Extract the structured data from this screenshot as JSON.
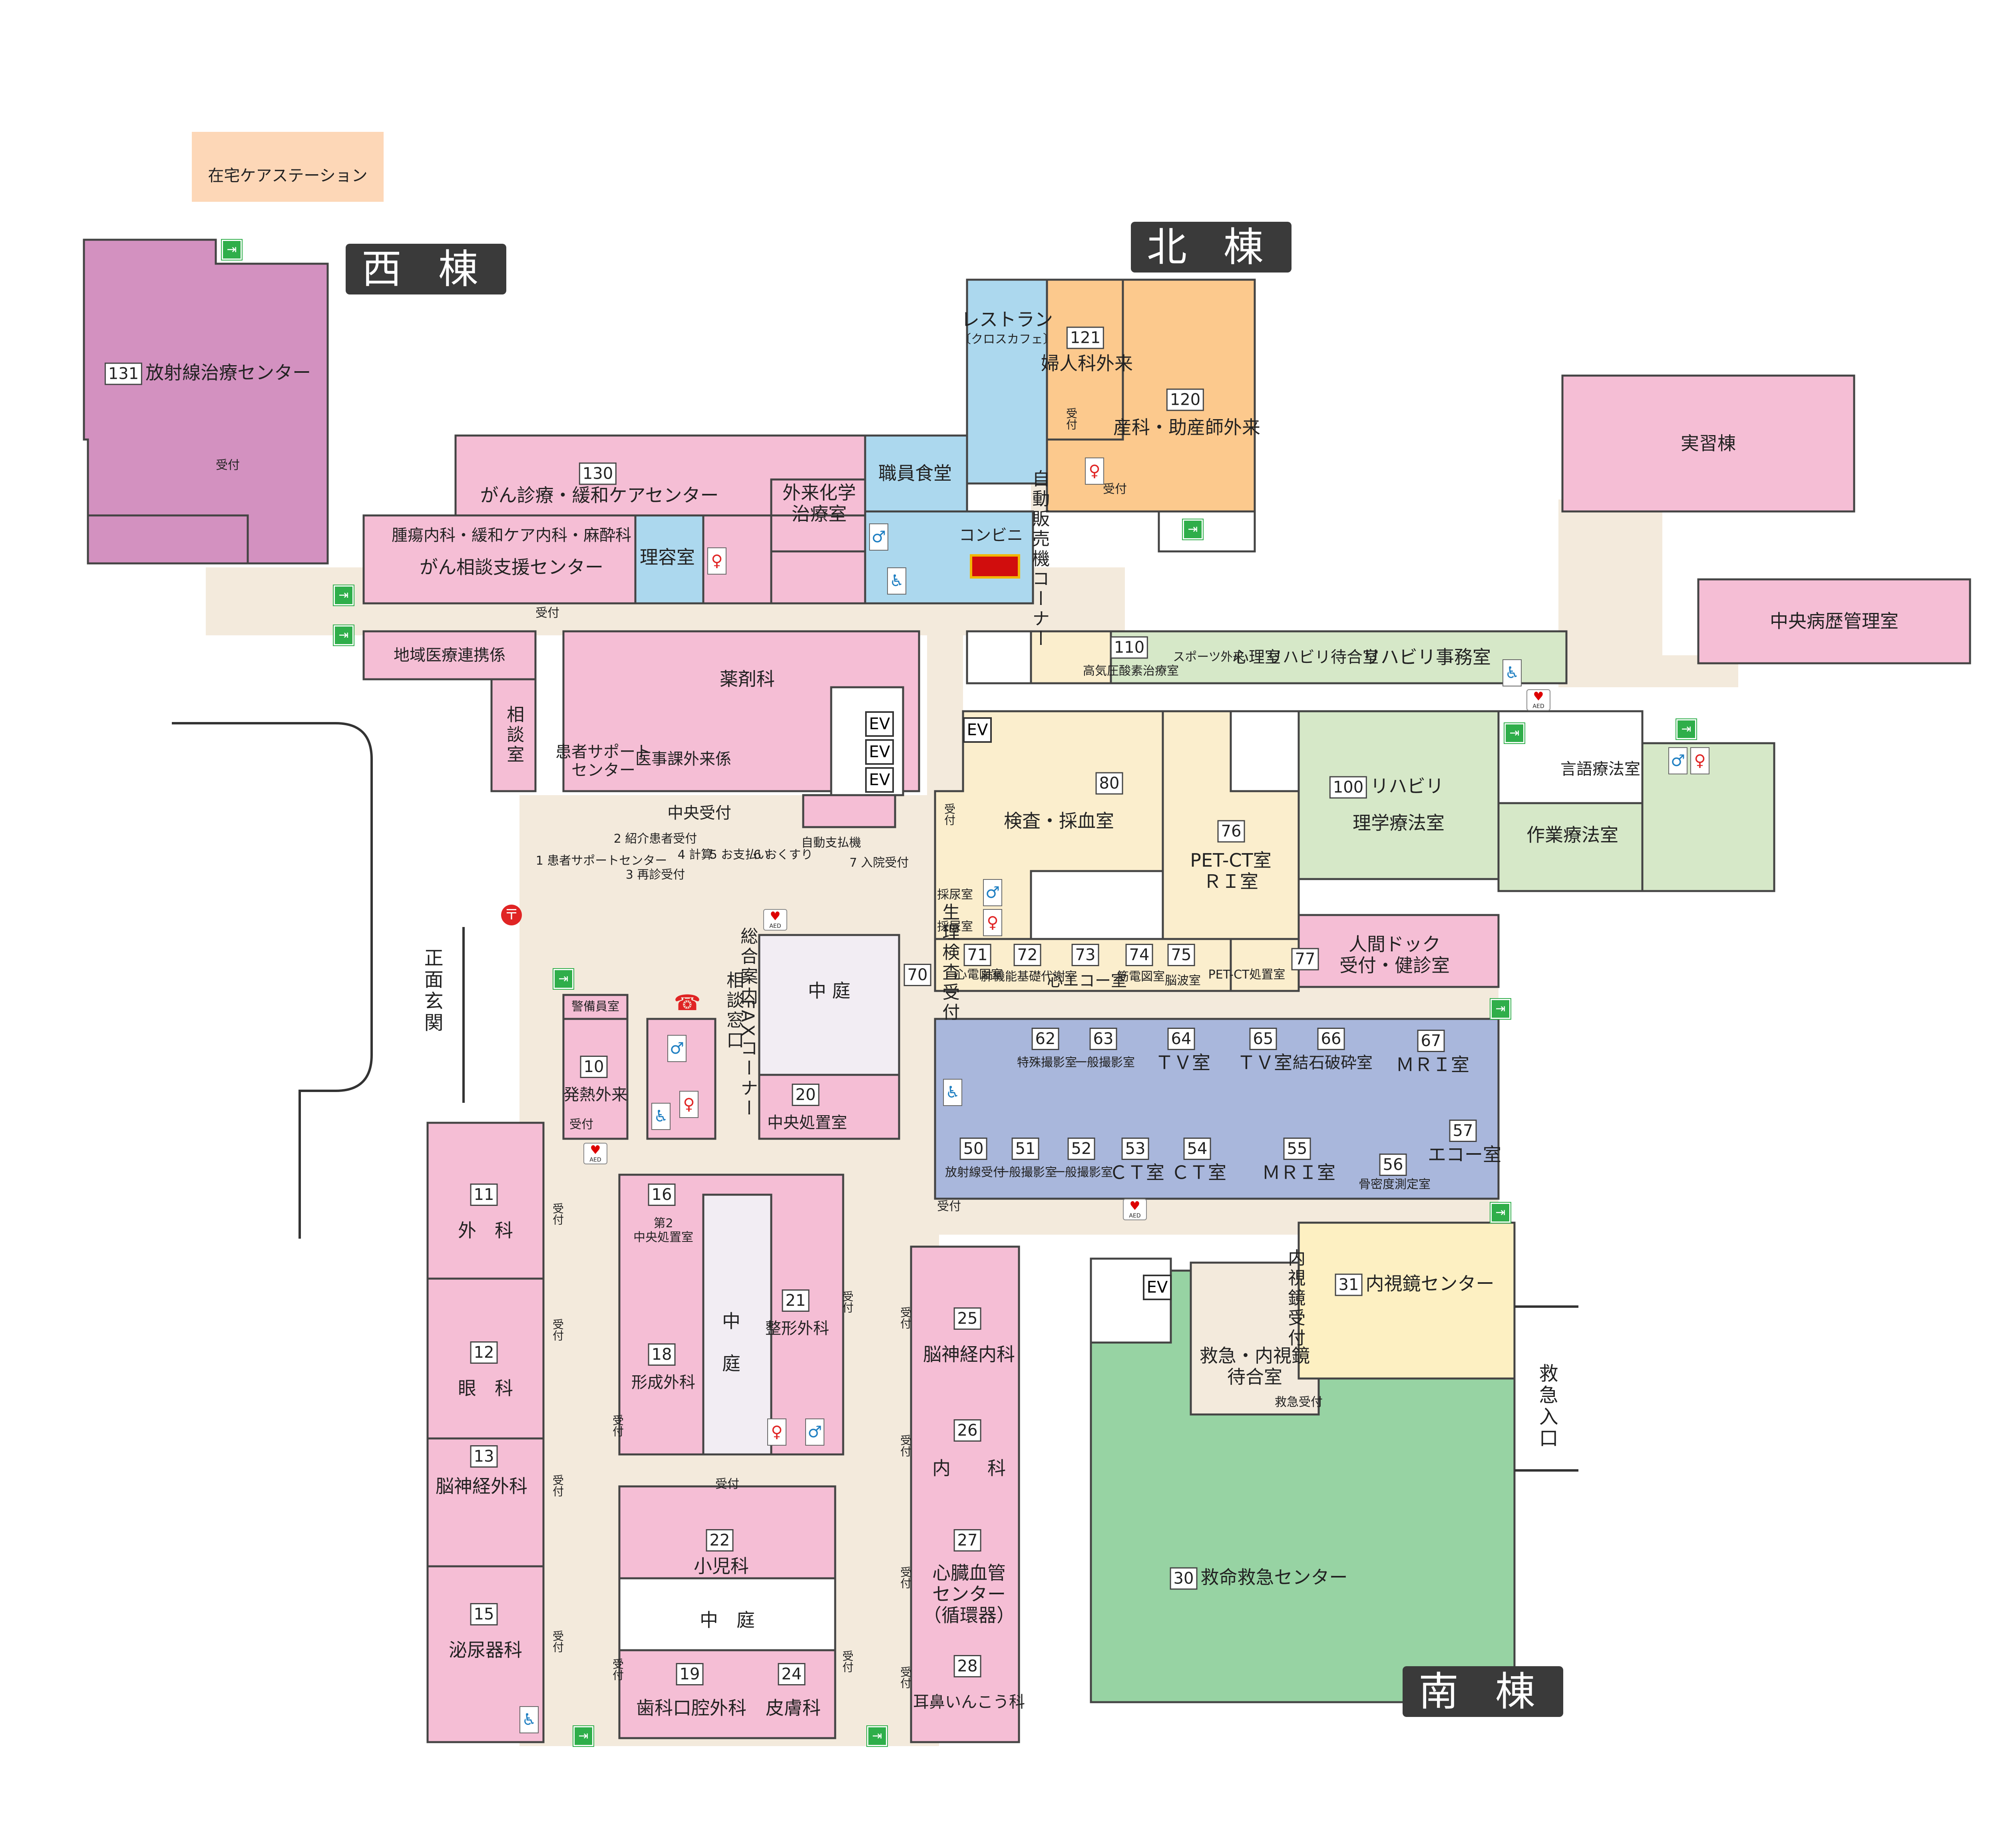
{
  "colors": {
    "corridor": "#f3eadc",
    "west_purple": "#d391c0",
    "outpatient_pink": "#f5bed5",
    "north_orange": "#fcc98d",
    "blue_light": "#acd8ee",
    "exam_cream": "#fbeecd",
    "rehab_green": "#d6e8c8",
    "imaging_blue": "#a9b7dc",
    "emergency_green": "#97d3a3",
    "endoscopy_yellow": "#fdf0c2",
    "zone_label_bg": "#3a3a3a",
    "exit_green": "#2fae4a",
    "toilet_male": "#1f7fc2",
    "toilet_female": "#e02424"
  },
  "zones": {
    "west": "西 棟",
    "north": "北 棟",
    "south": "南 棟"
  },
  "top_labels": {
    "home_care": "在宅ケアステーション",
    "practice_building": "実習棟",
    "central_records": "中央病歴管理室"
  },
  "departments": {
    "d131": {
      "num": "131",
      "name": "放射線治療センター"
    },
    "d130": {
      "num": "130",
      "name": "がん診療・緩和ケアセンター"
    },
    "d130_sub1": "腫瘍内科・緩和ケア内科・麻酔科",
    "d130_sub2": "がん相談支援センター",
    "barber": "理容室",
    "chemo": "外来化学\n治療室",
    "staff_cafeteria": "職員食堂",
    "convenience": "コンビニ",
    "restaurant": "レストラン",
    "restaurant_sub": "〔クロスカフェ〕",
    "d121": {
      "num": "121",
      "name": "婦人科外来"
    },
    "d120": {
      "num": "120",
      "name": "産科・助産師外来"
    },
    "vending": "自動販売機コーナー",
    "regional": "地域医療連携係",
    "consult": "相談室",
    "pharmacy": "薬剤科",
    "patient_support": "患者サポート\nセンター",
    "medical_affairs": "医事課外来係",
    "central_reception": "中央受付",
    "reception_windows": [
      "1 患者サポートセンター",
      "2 紹介患者受付",
      "3 再診受付",
      "4 計算",
      "5 お支払い",
      "6 おくすり",
      "自動支払機",
      "7 入院受付"
    ],
    "d110": {
      "num": "110",
      "name": "高気圧酸素治療室"
    },
    "sports_clinic": "スポーツ外来",
    "psychology": "心理室",
    "rehab_waiting": "リハビリ待合室",
    "rehab_office": "リハビリ事務室",
    "d80": {
      "num": "80",
      "name": "検査・採血室"
    },
    "d76": {
      "num": "76",
      "name": "PET-CT室\nＲＩ室"
    },
    "d100": {
      "num": "100",
      "name": "リハビリ"
    },
    "pt_room": "理学療法室",
    "speech_small": "言語療法室",
    "speech": "言語療法室",
    "ot_room": "作業療法室",
    "urine1": "採尿室",
    "urine2": "採尿室",
    "d70": {
      "num": "70",
      "name": "生理検査受付"
    },
    "d71": {
      "num": "71",
      "name": "心電図室"
    },
    "d72": {
      "num": "72",
      "name": "肺機能基礎代謝室"
    },
    "d73": {
      "num": "73",
      "name": "心エコー室"
    },
    "d74": {
      "num": "74",
      "name": "筋電図室"
    },
    "d75": {
      "num": "75",
      "name": "脳波室"
    },
    "petct_treat": "PET-CT処置室",
    "d77": {
      "num": "77",
      "name": "人間ドック\n受付・健診室"
    },
    "courtyard": "中 庭",
    "guide": "総合案内",
    "consult_window": "相談窓口",
    "fax": "FAXコーナー",
    "main_entrance": "正面玄関",
    "security": "警備員室",
    "d10": {
      "num": "10",
      "name": "発熱外来"
    },
    "d20": {
      "num": "20",
      "name": "中央処置室"
    },
    "d62": {
      "num": "62",
      "name": "特殊撮影室"
    },
    "d63": {
      "num": "63",
      "name": "一般撮影室"
    },
    "d64": {
      "num": "64",
      "name": "ＴＶ室"
    },
    "d65": {
      "num": "65",
      "name": "ＴＶ室"
    },
    "d66": {
      "num": "66",
      "name": "結石破砕室"
    },
    "d67": {
      "num": "67",
      "name": "ＭＲＩ室"
    },
    "d50": {
      "num": "50",
      "name": "放射線受付"
    },
    "d51": {
      "num": "51",
      "name": "一般撮影室"
    },
    "d52": {
      "num": "52",
      "name": "一般撮影室"
    },
    "d53": {
      "num": "53",
      "name": "ＣＴ室"
    },
    "d54": {
      "num": "54",
      "name": "ＣＴ室"
    },
    "d55": {
      "num": "55",
      "name": "ＭＲＩ室"
    },
    "d56": {
      "num": "56",
      "name": "骨密度測定室"
    },
    "d57": {
      "num": "57",
      "name": "エコー室"
    },
    "d11": {
      "num": "11",
      "name": "外　科"
    },
    "d12": {
      "num": "12",
      "name": "眼　科"
    },
    "d13": {
      "num": "13",
      "name": "脳神経外科"
    },
    "d15": {
      "num": "15",
      "name": "泌尿器科"
    },
    "d16": {
      "num": "16",
      "name": "第2\n中央処置室"
    },
    "d18": {
      "num": "18",
      "name": "形成外科"
    },
    "d21": {
      "num": "21",
      "name": "整形外科"
    },
    "courtyard2": "中\n\n庭",
    "d22": {
      "num": "22",
      "name": "小児科"
    },
    "courtyard3": "中　庭",
    "d19": {
      "num": "19",
      "name": "歯科口腔外科"
    },
    "d24": {
      "num": "24",
      "name": "皮膚科"
    },
    "d25": {
      "num": "25",
      "name": "脳神経内科"
    },
    "d26": {
      "num": "26",
      "name": "内　　科"
    },
    "d27": {
      "num": "27",
      "name": "心臓血管\nセンター\n（循環器）"
    },
    "d28": {
      "num": "28",
      "name": "耳鼻いんこう科"
    },
    "d31": {
      "num": "31",
      "name": "内視鏡センター"
    },
    "endo_reception": "内視鏡受付",
    "er_waiting": "救急・内視鏡\n待合室",
    "er_reception": "救急受付",
    "d30": {
      "num": "30",
      "name": "救命救急センター"
    },
    "er_entrance": "救急入口",
    "reception": "受付"
  },
  "icons": {
    "ev": "EV",
    "exit": "emergency-exit-icon",
    "male_toilet": "male-toilet-icon",
    "female_toilet": "female-toilet-icon",
    "accessible": "accessible-icon",
    "aed": "AED",
    "post": "〒",
    "phone": "☎"
  }
}
